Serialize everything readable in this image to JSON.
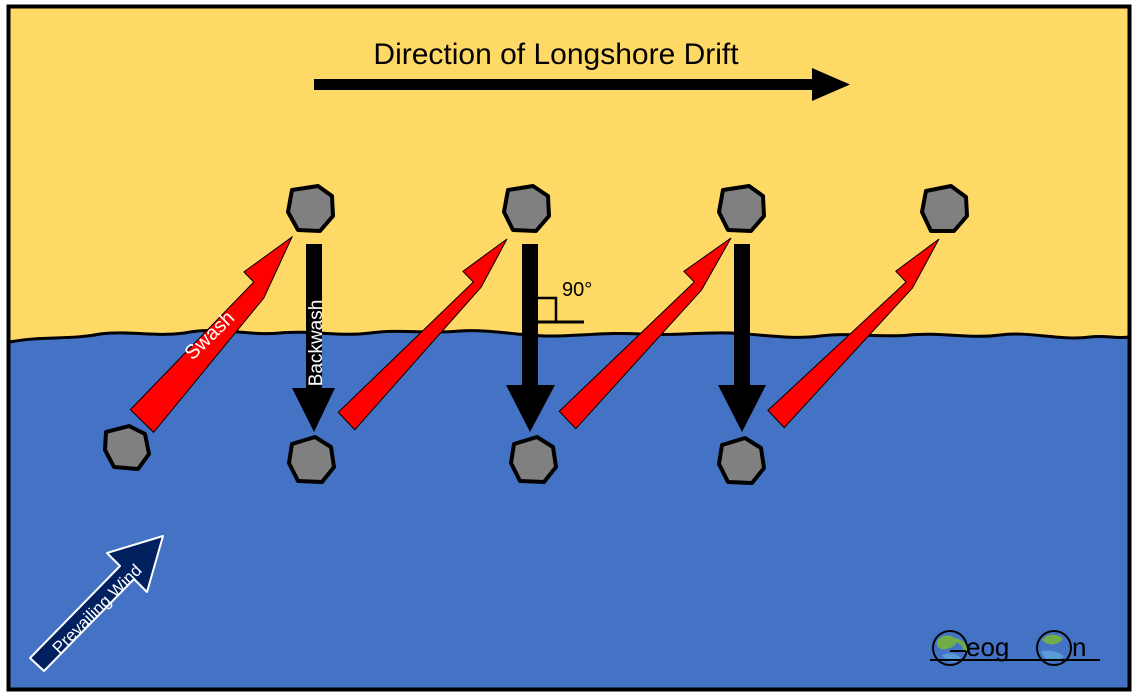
{
  "diagram": {
    "title": "Direction of Longshore Drift",
    "swash_label": "Swash",
    "backwash_label": "Backwash",
    "angle_label": "90°",
    "wind_label": "Prevailing Wind",
    "logo_text": "Geogon"
  },
  "colors": {
    "beach": "#ffd966",
    "sea": "#4472c4",
    "swash_arrow": "#ff0000",
    "backwash_arrow": "#000000",
    "wind_arrow": "#002060",
    "pebble": "#808080",
    "outline": "#000000"
  }
}
